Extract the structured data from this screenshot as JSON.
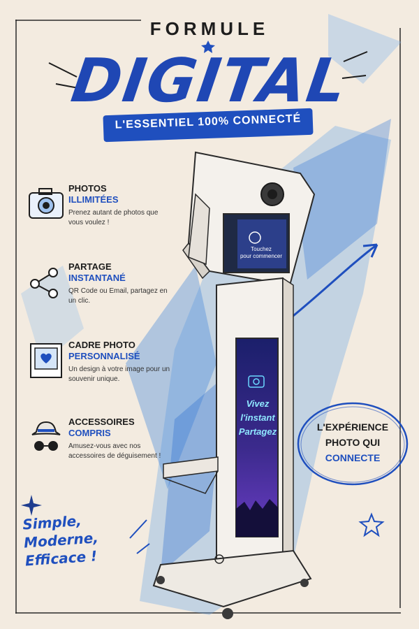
{
  "header": {
    "kicker": "FORMULE",
    "title": "DIGITAL",
    "tagline": "L'ESSENTIEL 100% CONNECTÉ"
  },
  "screen": {
    "touch_text": "Touchez\npour commencer"
  },
  "banner": {
    "line1": "Vivez",
    "line2": "l'instant",
    "line3": "Partagez"
  },
  "features": [
    {
      "title": "PHOTOS",
      "subtitle": "ILLIMITÉES",
      "desc": "Prenez autant de photos que vous voulez !",
      "icon": "camera-icon"
    },
    {
      "title": "PARTAGE",
      "subtitle": "INSTANTANÉ",
      "desc": "QR Code ou Email, partagez en un clic.",
      "icon": "share-icon"
    },
    {
      "title": "CADRE PHOTO",
      "subtitle": "PERSONNALISÉ",
      "desc": "Un design à votre image pour un souvenir unique.",
      "icon": "frame-heart-icon"
    },
    {
      "title": "ACCESSOIRES",
      "subtitle": "COMPRIS",
      "desc": "Amusez-vous avec nos accessoires de déguisement !",
      "icon": "hat-glasses-icon"
    }
  ],
  "slogan": {
    "line1": "Simple,",
    "line2": "Moderne,",
    "line3": "Efficace !"
  },
  "circle": {
    "line1": "L'EXPÉRIENCE",
    "line2": "PHOTO QUI",
    "line3": "CONNECTE"
  },
  "colors": {
    "accent": "#1f4fbe",
    "paper": "#f3ebe0",
    "ink": "#1c1c1c"
  }
}
